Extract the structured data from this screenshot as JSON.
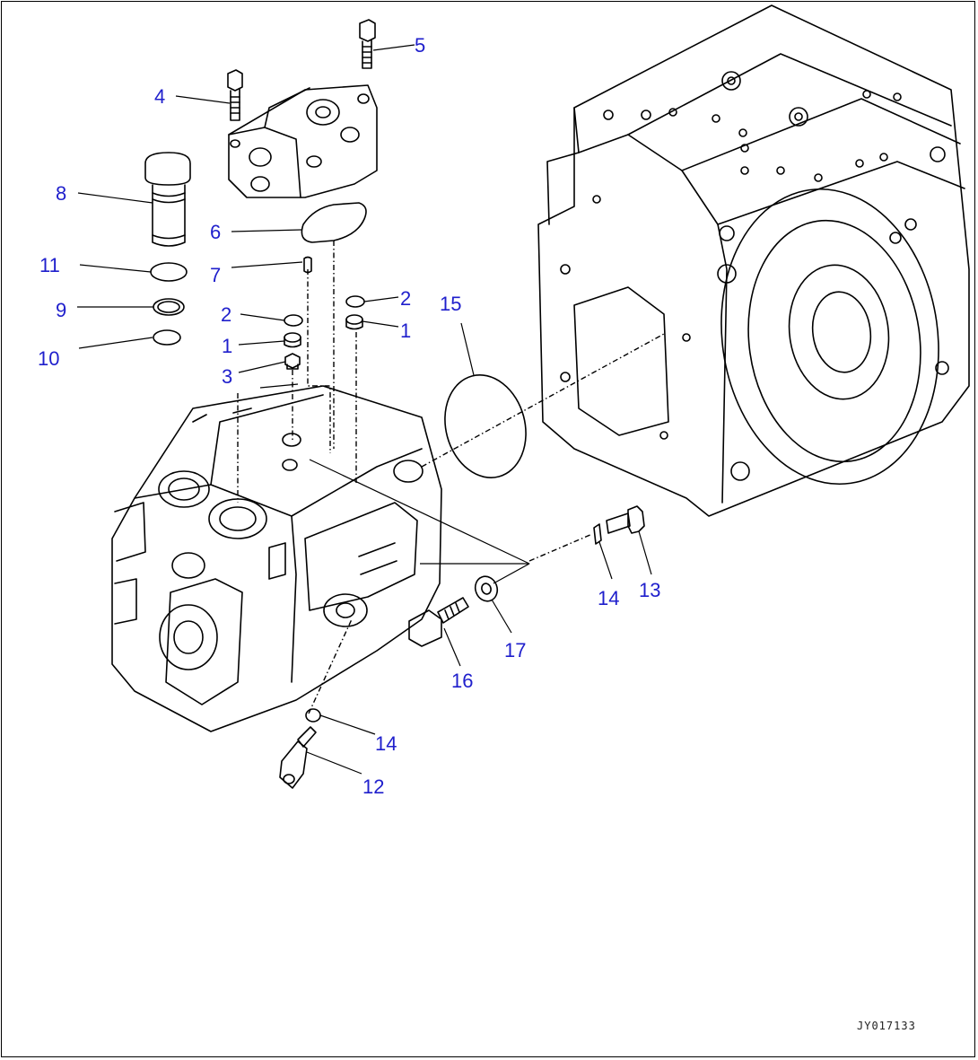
{
  "drawing": {
    "code": "JY017133",
    "callout_color": "#1f1fcc",
    "callouts": [
      {
        "id": "c1",
        "label": "5"
      },
      {
        "id": "c2",
        "label": "4"
      },
      {
        "id": "c3",
        "label": "8"
      },
      {
        "id": "c4",
        "label": "6"
      },
      {
        "id": "c5",
        "label": "11"
      },
      {
        "id": "c6",
        "label": "7"
      },
      {
        "id": "c7",
        "label": "2"
      },
      {
        "id": "c8",
        "label": "9"
      },
      {
        "id": "c9",
        "label": "2"
      },
      {
        "id": "c10",
        "label": "15"
      },
      {
        "id": "c11",
        "label": "1"
      },
      {
        "id": "c12",
        "label": "1"
      },
      {
        "id": "c13",
        "label": "10"
      },
      {
        "id": "c14",
        "label": "3"
      },
      {
        "id": "c15",
        "label": "14"
      },
      {
        "id": "c16",
        "label": "13"
      },
      {
        "id": "c17",
        "label": "17"
      },
      {
        "id": "c18",
        "label": "16"
      },
      {
        "id": "c19",
        "label": "14"
      },
      {
        "id": "c20",
        "label": "12"
      }
    ]
  }
}
